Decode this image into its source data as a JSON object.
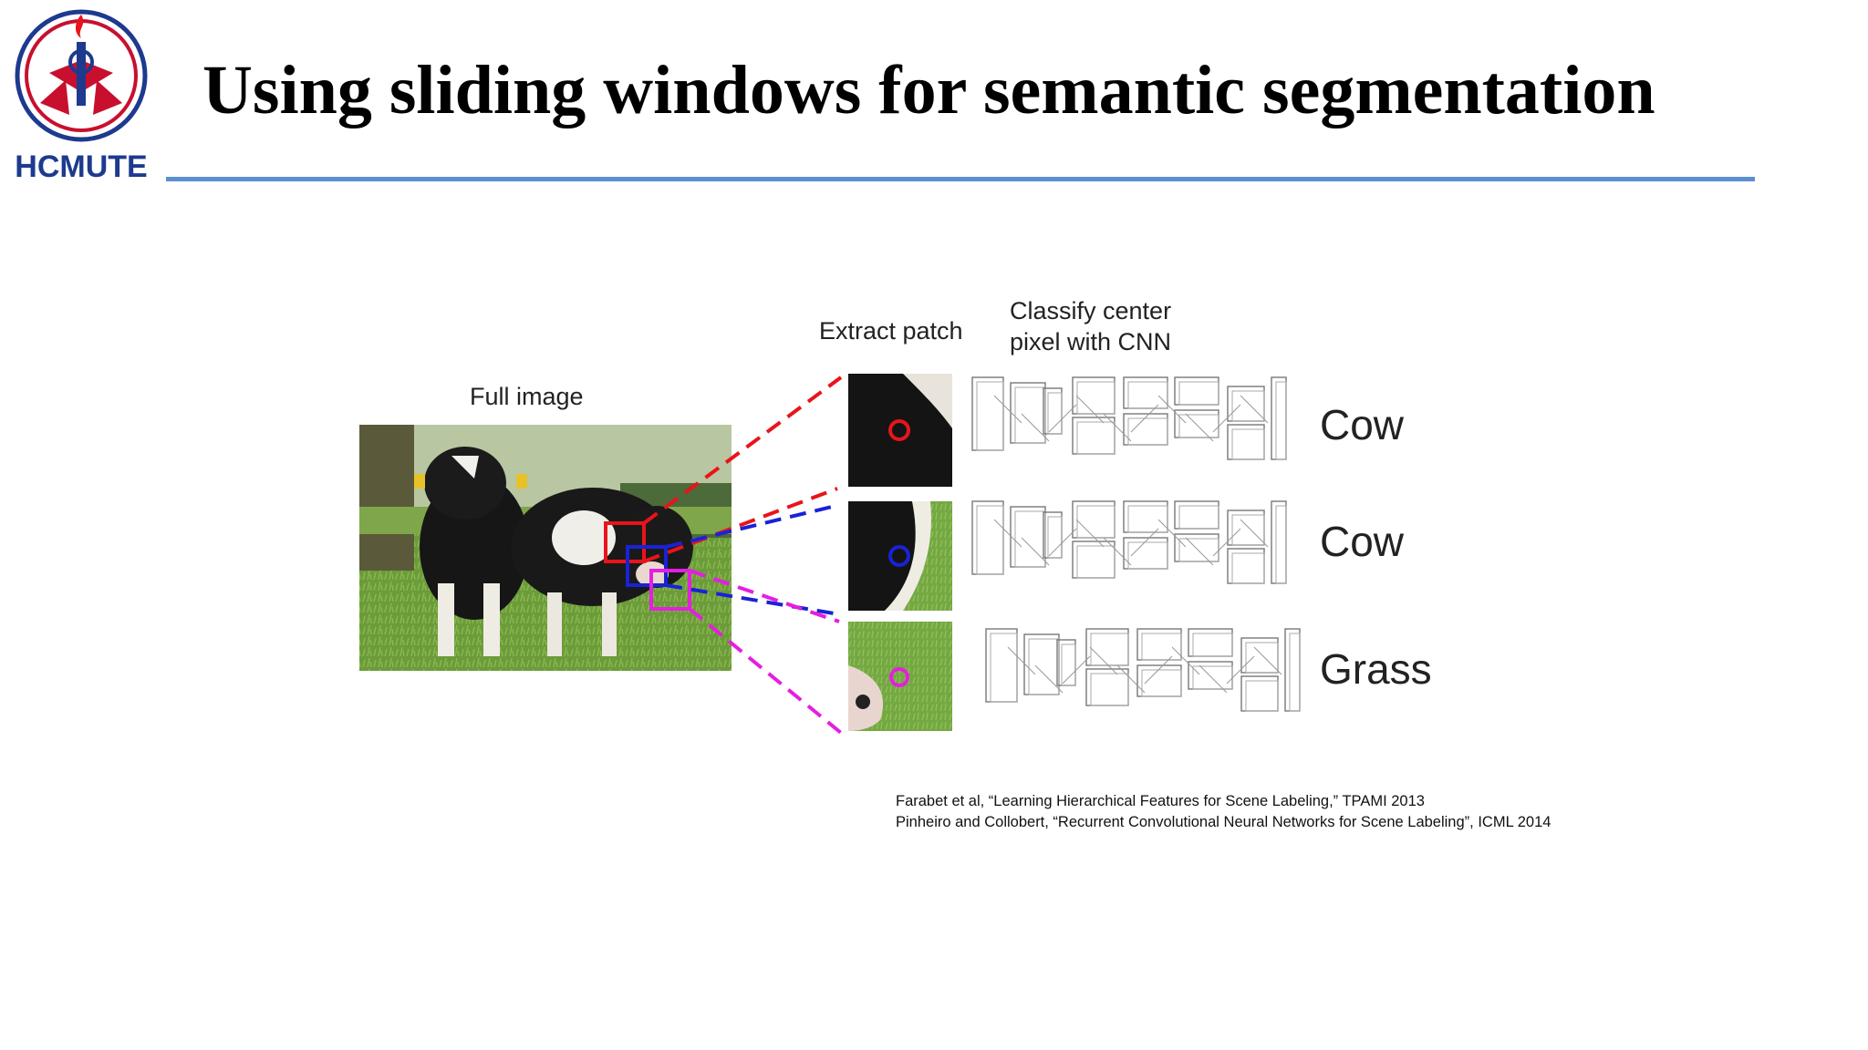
{
  "header": {
    "logo_text": "HCMUTE",
    "title": "Using sliding windows for semantic segmentation",
    "rule_color": "#5b8fd0"
  },
  "diagram": {
    "full_image_label": "Full image",
    "extract_label": "Extract patch",
    "classify_label_line1": "Classify center",
    "classify_label_line2": "pixel with CNN",
    "rows": [
      {
        "color": "#e8141b",
        "label": "Cow"
      },
      {
        "color": "#1a22d6",
        "label": "Cow"
      },
      {
        "color": "#e51ee0",
        "label": "Grass"
      }
    ]
  },
  "references": [
    "Farabet et al, “Learning Hierarchical Features for Scene Labeling,” TPAMI 2013",
    "Pinheiro and Collobert, “Recurrent Convolutional Neural Networks for Scene Labeling”, ICML 2014"
  ]
}
